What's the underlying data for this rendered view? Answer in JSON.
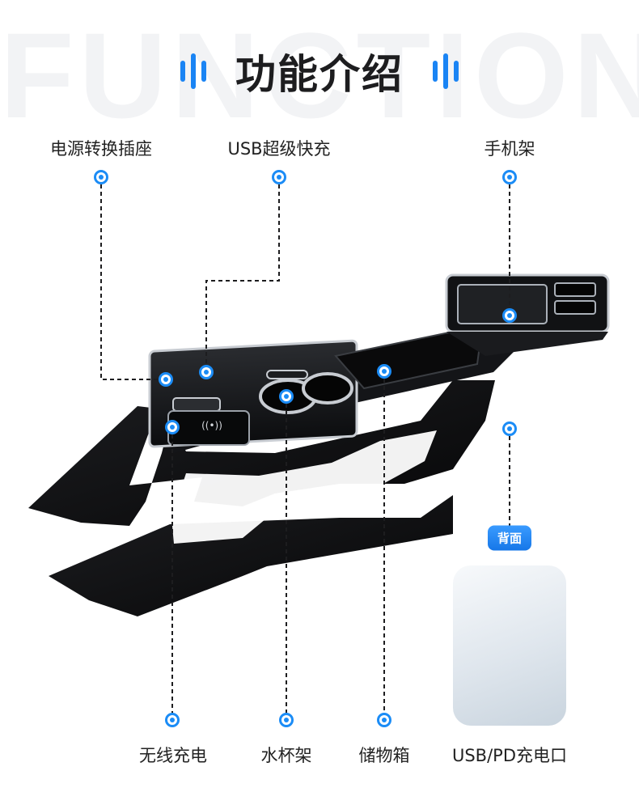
{
  "background_word": "FUNCTION",
  "title": "功能介绍",
  "labels": {
    "power_outlet": "电源转换插座",
    "usb_fast_charge": "USB超级快充",
    "phone_holder": "手机架",
    "wireless_charge": "无线充电",
    "cup_holder": "水杯架",
    "storage_box": "储物箱",
    "usb_pd_port": "USB/PD充电口"
  },
  "back_badge": "背面",
  "colors": {
    "accent": "#1b8cf6",
    "product": "#111111",
    "silver_trim": "#c8ccd2"
  }
}
